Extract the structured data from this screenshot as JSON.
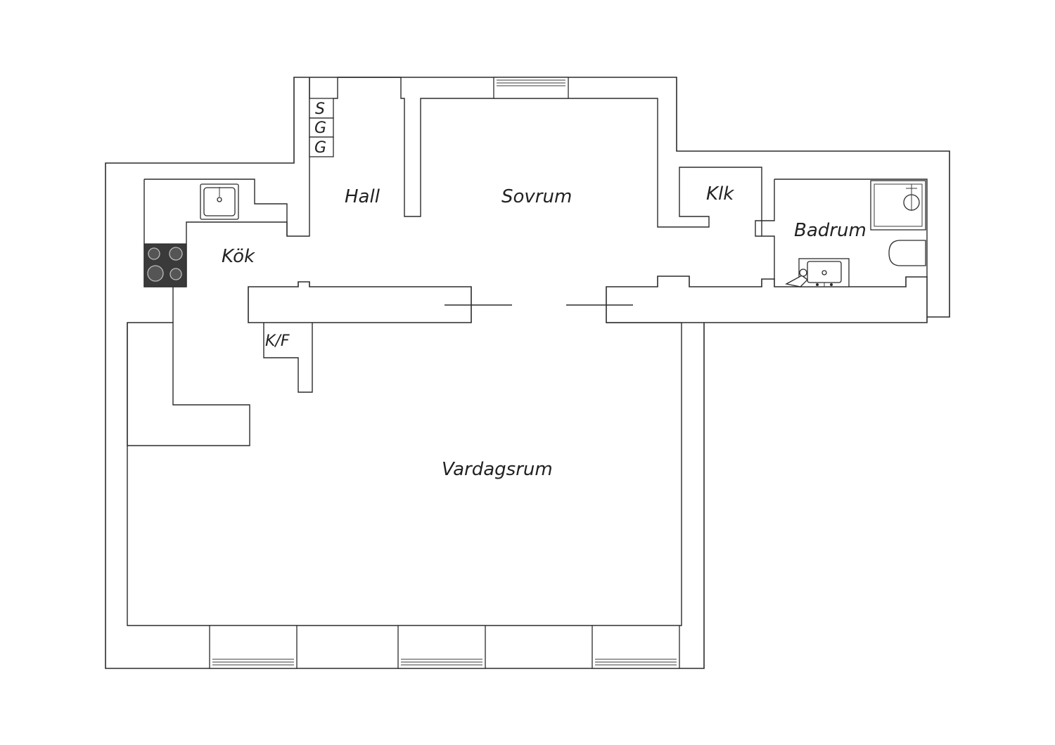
{
  "rooms": {
    "hall": "Hall",
    "sovrum": "Sovrum",
    "klk": "Klk",
    "badrum": "Badrum",
    "kok": "Kök",
    "vardagsrum": "Vardagsrum"
  },
  "closets": {
    "s": "S",
    "g1": "G",
    "g2": "G",
    "kf": "K/F"
  },
  "colors": {
    "line": "#2b2b2b",
    "stove": "#3a3a3a",
    "background": "#ffffff"
  }
}
